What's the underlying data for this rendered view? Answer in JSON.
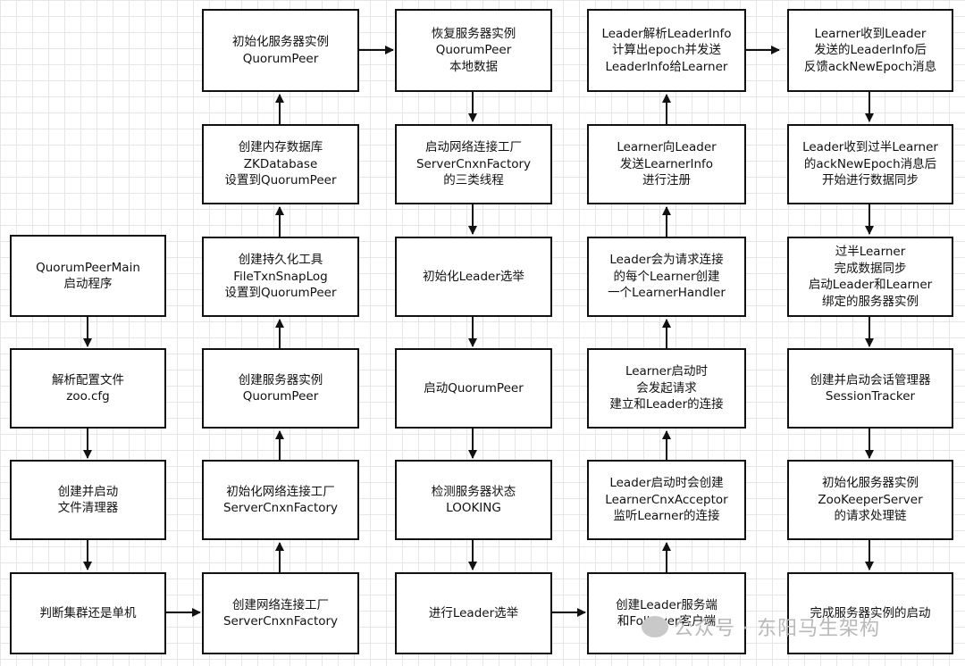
{
  "boxes": [
    {
      "id": "main",
      "text": "QuorumPeerMain\n启动程序"
    },
    {
      "id": "parse",
      "text": "解析配置文件\nzoo.cfg"
    },
    {
      "id": "cleaner",
      "text": "创建并启动\n文件清理器"
    },
    {
      "id": "cluster",
      "text": "判断集群还是单机"
    },
    {
      "id": "c2-init",
      "text": "初始化服务器实例\nQuorumPeer"
    },
    {
      "id": "c2-zkdb",
      "text": "创建内存数据库\nZKDatabase\n设置到QuorumPeer"
    },
    {
      "id": "c2-persist",
      "text": "创建持久化工具\nFileTxnSnapLog\n设置到QuorumPeer"
    },
    {
      "id": "c2-create",
      "text": "创建服务器实例\nQuorumPeer"
    },
    {
      "id": "c2-initcnxn",
      "text": "初始化网络连接工厂\nServerCnxnFactory"
    },
    {
      "id": "c2-cnxn",
      "text": "创建网络连接工厂\nServerCnxnFactory"
    },
    {
      "id": "c3-restore",
      "text": "恢复服务器实例\nQuorumPeer\n本地数据"
    },
    {
      "id": "c3-start",
      "text": "启动网络连接工厂\nServerCnxnFactory\n的三类线程"
    },
    {
      "id": "c3-elect",
      "text": "初始化Leader选举"
    },
    {
      "id": "c3-peer",
      "text": "启动QuorumPeer"
    },
    {
      "id": "c3-state",
      "text": "检测服务器状态\nLOOKING"
    },
    {
      "id": "c3-run",
      "text": "进行Leader选举"
    },
    {
      "id": "c4-parse",
      "text": "Leader解析LeaderInfo\n计算出epoch并发送\nLeaderInfo给Learner"
    },
    {
      "id": "c4-send",
      "text": "Learner向Leader\n发送LearnerInfo\n进行注册"
    },
    {
      "id": "c4-handler",
      "text": "Leader会为请求连接\n的每个Learner创建\n一个LearnerHandler"
    },
    {
      "id": "c4-learner",
      "text": "Learner启动时\n会发起请求\n建立和Leader的连接"
    },
    {
      "id": "c4-acceptor",
      "text": "Leader启动时会创建\nLearnerCnxAcceptor\n监听Learner的连接"
    },
    {
      "id": "c4-server",
      "text": "创建Leader服务端\n和Follower客户端"
    },
    {
      "id": "c5-ack",
      "text": "Learner收到Leader\n发送的LeaderInfo后\n反馈ackNewEpoch消息"
    },
    {
      "id": "c5-sync",
      "text": "Leader收到过半Learner\n的ackNewEpoch消息后\n开始进行数据同步"
    },
    {
      "id": "c5-half",
      "text": "过半Learner\n完成数据同步\n启动Leader和Learner\n绑定的服务器实例"
    },
    {
      "id": "c5-session",
      "text": "创建并启动会话管理器\nSessionTracker"
    },
    {
      "id": "c5-zks",
      "text": "初始化服务器实例\nZooKeeperServer\n的请求处理链"
    },
    {
      "id": "c5-done",
      "text": "完成服务器实例的启动"
    }
  ],
  "watermark": {
    "icon": "wechat-icon",
    "text": "公众号 · 东阳马生架构"
  }
}
